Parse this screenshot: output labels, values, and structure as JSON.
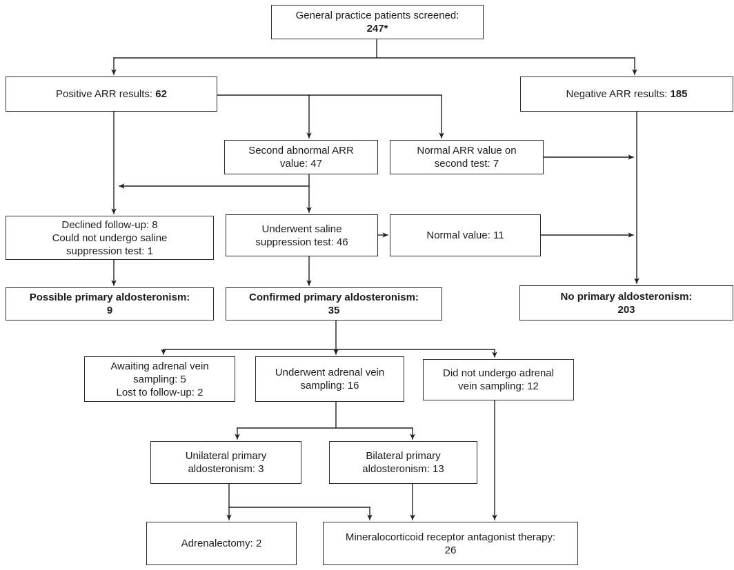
{
  "figure": {
    "background_color": "#ffffff",
    "line_color": "#231f20",
    "text_color": "#1c1c1c"
  },
  "nodes": {
    "screened": {
      "lines": [
        "General practice patients screened:",
        "247*"
      ]
    },
    "positive_arr": {
      "label": "Positive ARR results:",
      "value": "62"
    },
    "negative_arr": {
      "label": "Negative ARR results:",
      "value": "185"
    },
    "second_abnormal": {
      "lines": [
        "Second abnormal ARR",
        "value: 47"
      ]
    },
    "normal_second": {
      "lines": [
        "Normal ARR value on",
        "second test: 7"
      ]
    },
    "declined": {
      "lines": [
        "Declined follow-up: 8",
        "Could not undergo saline",
        "suppression test: 1"
      ]
    },
    "saline": {
      "lines": [
        "Underwent saline",
        "suppression test: 46"
      ]
    },
    "normal_value": {
      "lines": [
        "Normal value: 11"
      ]
    },
    "possible": {
      "lines": [
        "Possible primary aldosteronism:",
        "9"
      ]
    },
    "confirmed": {
      "lines": [
        "Confirmed primary aldosteronism:",
        "35"
      ]
    },
    "no_pa": {
      "lines": [
        "No primary aldosteronism:",
        "203"
      ]
    },
    "awaiting": {
      "lines": [
        "Awaiting adrenal vein",
        "sampling: 5",
        "Lost to follow-up: 2"
      ]
    },
    "underwent_avs": {
      "lines": [
        "Underwent adrenal vein",
        "sampling: 16"
      ]
    },
    "no_avs": {
      "lines": [
        "Did not undergo adrenal",
        "vein sampling: 12"
      ]
    },
    "unilateral": {
      "lines": [
        "Unilateral primary",
        "aldosteronism: 3"
      ]
    },
    "bilateral": {
      "lines": [
        "Bilateral primary",
        "aldosteronism: 13"
      ]
    },
    "adrenalectomy": {
      "lines": [
        "Adrenalectomy: 2"
      ]
    },
    "mra": {
      "lines": [
        "Mineralocorticoid receptor antagonist therapy:",
        "26"
      ]
    }
  },
  "edges": [
    {
      "from": "screened",
      "to": "positive_arr"
    },
    {
      "from": "screened",
      "to": "negative_arr"
    },
    {
      "from": "positive_arr",
      "to": "second_abnormal"
    },
    {
      "from": "positive_arr",
      "to": "normal_second"
    },
    {
      "from": "positive_arr",
      "to": "declined"
    },
    {
      "from": "second_abnormal",
      "to": "declined"
    },
    {
      "from": "second_abnormal",
      "to": "saline"
    },
    {
      "from": "normal_second",
      "to": "no_pa"
    },
    {
      "from": "negative_arr",
      "to": "no_pa"
    },
    {
      "from": "saline",
      "to": "normal_value"
    },
    {
      "from": "normal_value",
      "to": "no_pa"
    },
    {
      "from": "declined",
      "to": "possible"
    },
    {
      "from": "saline",
      "to": "confirmed"
    },
    {
      "from": "confirmed",
      "to": "awaiting"
    },
    {
      "from": "confirmed",
      "to": "underwent_avs"
    },
    {
      "from": "confirmed",
      "to": "no_avs"
    },
    {
      "from": "underwent_avs",
      "to": "unilateral"
    },
    {
      "from": "underwent_avs",
      "to": "bilateral"
    },
    {
      "from": "unilateral",
      "to": "adrenalectomy"
    },
    {
      "from": "unilateral",
      "to": "mra"
    },
    {
      "from": "bilateral",
      "to": "mra"
    },
    {
      "from": "no_avs",
      "to": "mra"
    }
  ]
}
